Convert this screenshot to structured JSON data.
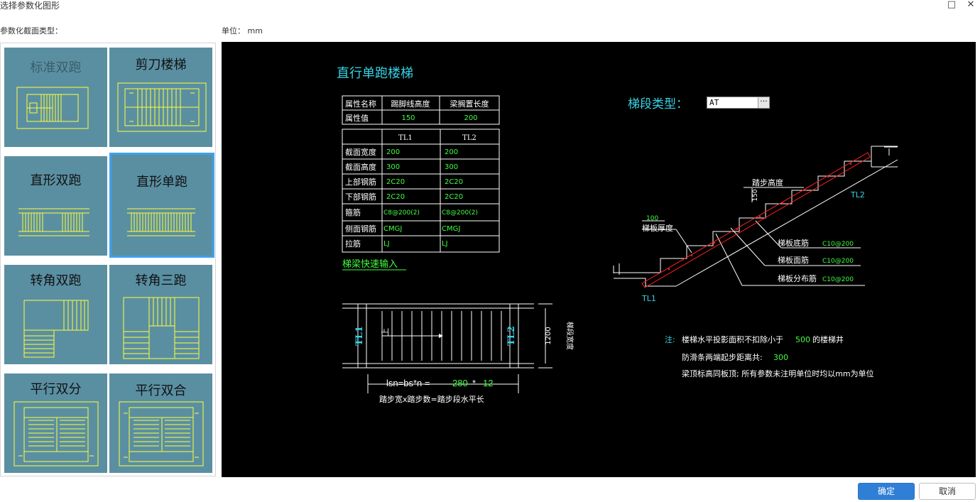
{
  "window": {
    "title": "选择参数化图形"
  },
  "labels": {
    "section_type": "参数化截面类型：",
    "unit": "单位： mm"
  },
  "tiles": [
    {
      "label": "标准双跑"
    },
    {
      "label": "剪刀楼梯"
    },
    {
      "label": "直形双跑"
    },
    {
      "label": "直形单跑"
    },
    {
      "label": "转角双跑"
    },
    {
      "label": "转角三跑"
    },
    {
      "label": "平行双分"
    },
    {
      "label": "平行双合"
    }
  ],
  "preview": {
    "heading": "直行单跑楼梯",
    "table1": {
      "headers": [
        "属性名称",
        "踢脚线高度",
        "梁搁置长度"
      ],
      "row_label": "属性值",
      "values": [
        "150",
        "200"
      ]
    },
    "table2": {
      "headers": [
        "",
        "TL1",
        "TL2"
      ],
      "rows": [
        {
          "label": "截面宽度",
          "tl1": "200",
          "tl2": "200"
        },
        {
          "label": "截面高度",
          "tl1": "300",
          "tl2": "300"
        },
        {
          "label": "上部钢筋",
          "tl1": "2C20",
          "tl2": "2C20"
        },
        {
          "label": "下部钢筋",
          "tl1": "2C20",
          "tl2": "2C20"
        },
        {
          "label": "箍筋",
          "tl1": "C8@200(2)",
          "tl2": "C8@200(2)"
        },
        {
          "label": "侧面钢筋",
          "tl1": "CMGJ",
          "tl2": "CMGJ"
        },
        {
          "label": "拉筋",
          "tl1": "LJ",
          "tl2": "LJ"
        }
      ]
    },
    "quick_input_link": "梯梁快速输入",
    "plan": {
      "tl1": "TL1",
      "tl2": "TL2",
      "up": "上",
      "width_value": "1200",
      "width_label": "梯段宽度",
      "formula_prefix": "lsn=bs*n =",
      "formula_bs": "280",
      "formula_times": "*",
      "formula_n": "12",
      "formula_caption": "踏步宽x踏步数=踏步段水平长"
    },
    "segment_type": {
      "label": "梯段类型：",
      "value": "AT",
      "more": "···"
    },
    "section": {
      "tl1": "TL1",
      "tl2": "TL2",
      "step_height_label": "踏步高度",
      "step_height_value": "150",
      "thickness_value": "100",
      "thickness_label": "梯板厚度",
      "bottom_bar_label": "梯板底筋",
      "bottom_bar_value": "C10@200",
      "top_bar_label": "梯板面筋",
      "top_bar_value": "C10@200",
      "dist_bar_label": "梯板分布筋",
      "dist_bar_value": "C10@200"
    },
    "notes": {
      "prefix": "注:",
      "line1_a": "楼梯水平投影面积不扣除小于",
      "line1_value": "500",
      "line1_b": "的楼梯井",
      "line2_a": "防滑条两端起步距离共:",
      "line2_value": "300",
      "line3": "梁顶标高同板顶; 所有参数未注明单位时均以mm为单位"
    }
  },
  "buttons": {
    "ok": "确定",
    "cancel": "取消",
    "maximize": "□",
    "close": "✕"
  },
  "colors": {
    "tile_bg": "#5a8fa2",
    "tile_line": "#ffff3a",
    "accent": "#2f7fd6",
    "cad_cyan": "#34d4e6",
    "cad_green": "#41ff41",
    "cad_red": "#ff2020",
    "cad_white": "#ffffff"
  }
}
